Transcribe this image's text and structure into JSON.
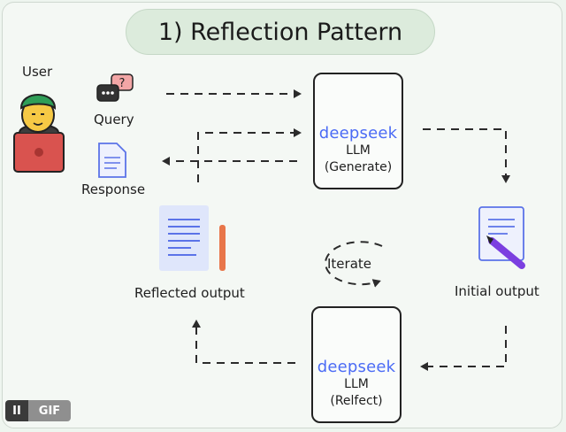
{
  "title": "1) Reflection Pattern",
  "user_label": "User",
  "query_label": "Query",
  "response_label": "Response",
  "generate_box": {
    "brand": "deepseek",
    "line1": "LLM",
    "line2": "(Generate)"
  },
  "reflect_box": {
    "brand": "deepseek",
    "line1": "LLM",
    "line2": "(Relfect)"
  },
  "initial_output_label": "Initial output",
  "reflected_output_label": "Reflected output",
  "iterate_label": "Iterate",
  "gif_badge": {
    "pause_glyph": "II",
    "label": "GIF"
  },
  "colors": {
    "brand_blue": "#4b6bf5",
    "user_hair": "#2f9e57",
    "user_face": "#f6c945",
    "laptop": "#d9534f",
    "pencil": "#7b3fe0",
    "doc_blue": "#5b73e8"
  }
}
